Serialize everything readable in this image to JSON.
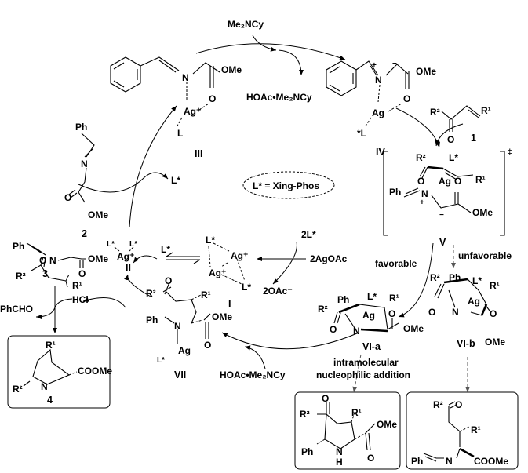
{
  "reagents": {
    "me2ncy": "Me₂NCy",
    "hoac_top": "HOAc•Me₂NCy",
    "hoac_bottom": "HOAc•Me₂NCy",
    "ligand_def": "L* = Xing-Phos",
    "two_l": "2L*",
    "agoac": "2AgOAc",
    "oac": "2OAc⁻",
    "l_release": "L*",
    "l_add": "L*",
    "hcl": "HCl",
    "phcho": "PhCHO"
  },
  "labels": {
    "i": "I",
    "ii": "II",
    "iii": "III",
    "iv": "IV",
    "v": "V",
    "vi_a": "VI-a",
    "vi_b": "VI-b",
    "vii": "VII",
    "c1": "1",
    "c2": "2",
    "c3": "3",
    "c4": "4"
  },
  "annotations": {
    "favorable": "favorable",
    "unfavorable": "unfavorable",
    "intra1": "intramolecular",
    "intra2": "nucleophilic addition",
    "ts": "‡"
  },
  "atoms": {
    "ph": "Ph",
    "n": "N",
    "o": "O",
    "ome": "OMe",
    "ag": "Ag",
    "agp": "Ag⁺",
    "ls": "L*",
    "sl": "*L",
    "l": "L",
    "r1": "R¹",
    "r2": "R²",
    "coome": "COOMe",
    "nh_n": "N",
    "nh_h": "H",
    "plus": "+",
    "minus": "−"
  }
}
